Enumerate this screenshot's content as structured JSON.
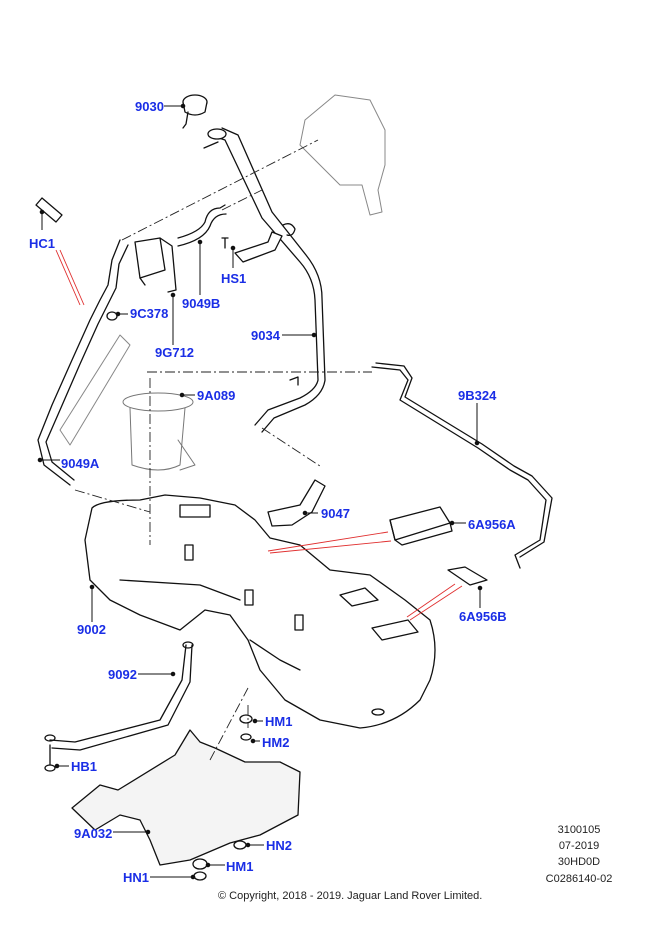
{
  "diagram": {
    "accent_color": "#1a2ee6",
    "callout_color": "#e03030",
    "labels": {
      "p9030": "9030",
      "hc1": "HC1",
      "hs1": "HS1",
      "p9049b": "9049B",
      "p9c378": "9C378",
      "p9g712": "9G712",
      "p9034": "9034",
      "p9a089": "9A089",
      "p9b324": "9B324",
      "p9049a": "9049A",
      "p9047": "9047",
      "p6a956a": "6A956A",
      "p9002": "9002",
      "p6a956b": "6A956B",
      "p9092": "9092",
      "hm1_top": "HM1",
      "hm2": "HM2",
      "hb1": "HB1",
      "p9a032": "9A032",
      "hn2": "HN2",
      "hm1_bottom": "HM1",
      "hn1": "HN1"
    },
    "meta": {
      "line1": "3100105",
      "line2": "07-2019",
      "line3": "30HD0D",
      "line4": "C0286140-02"
    },
    "copyright": "© Copyright, 2018 - 2019. Jaguar Land Rover Limited."
  }
}
